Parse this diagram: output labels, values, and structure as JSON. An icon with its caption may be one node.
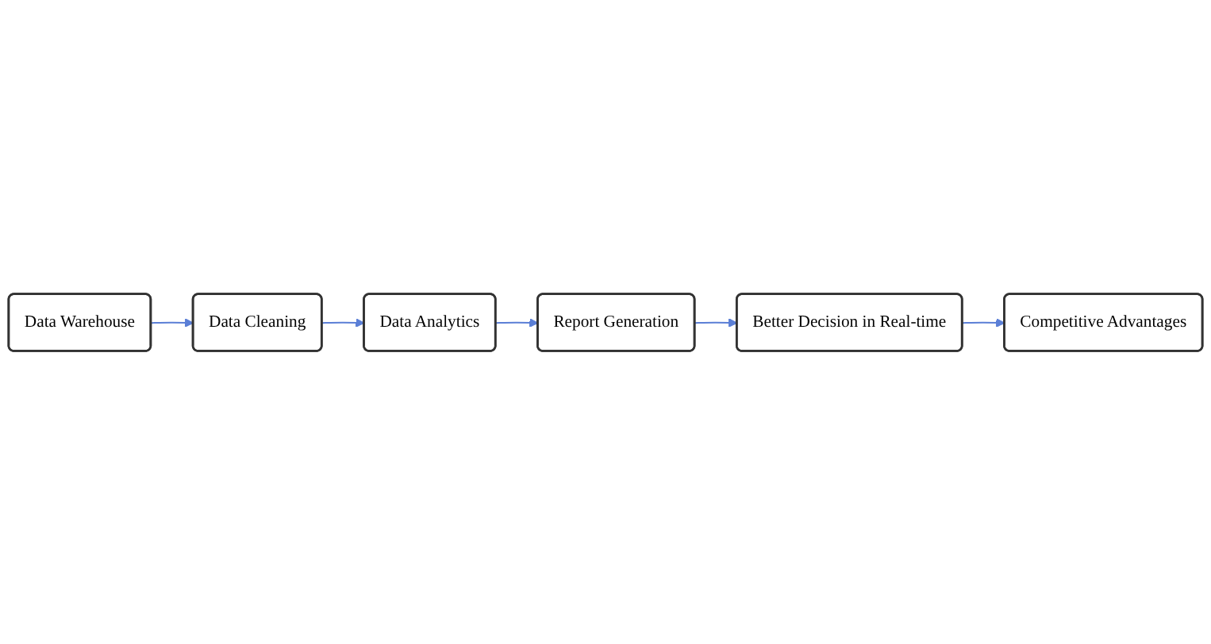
{
  "diagram": {
    "nodes": [
      {
        "text": [
          "Data Warehouse"
        ]
      },
      {
        "text": [
          "Data Cleaning"
        ]
      },
      {
        "text": [
          "Data Analytics"
        ]
      },
      {
        "text": [
          "Report Generation"
        ]
      },
      {
        "text": [
          "Better Decision in Real-time"
        ]
      },
      {
        "text": [
          "Competitive Advantages"
        ]
      }
    ],
    "edges": [
      {
        "from": 0,
        "to": 1,
        "arrow": "to"
      },
      {
        "from": 1,
        "to": 2,
        "arrow": "to"
      },
      {
        "from": 2,
        "to": 3,
        "arrow": "to"
      },
      {
        "from": 3,
        "to": 4,
        "arrow": "to"
      },
      {
        "from": 4,
        "to": 5,
        "arrow": "to"
      }
    ]
  }
}
